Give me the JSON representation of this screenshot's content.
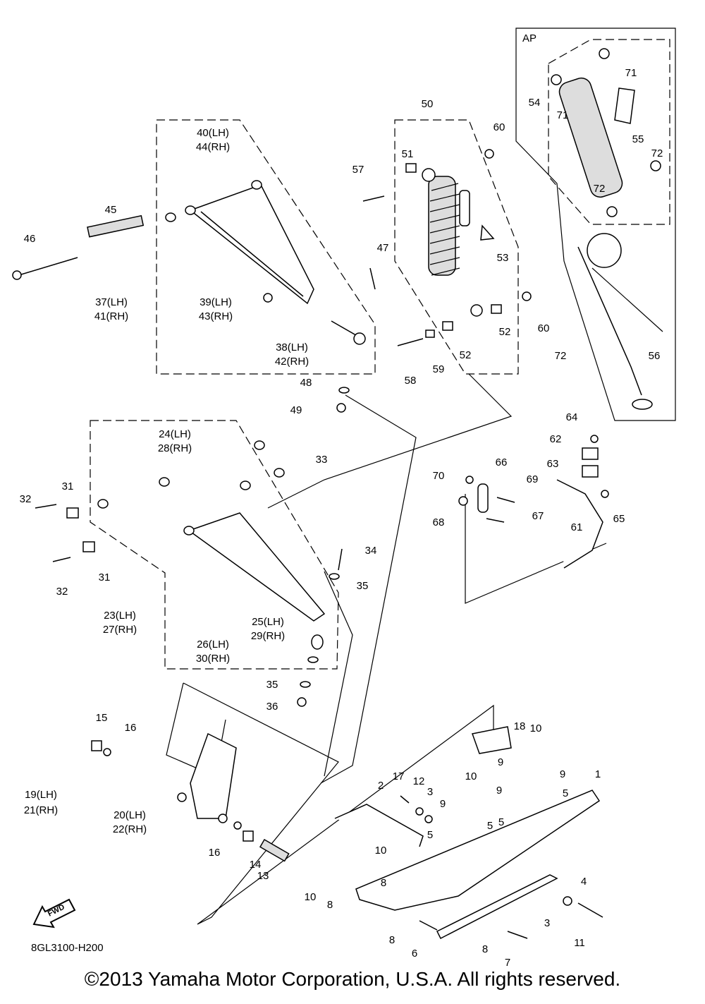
{
  "diagram": {
    "code": "8GL3100-H200",
    "copyright": "©2013 Yamaha Motor Corporation, U.S.A. All rights reserved.",
    "ap_label": "AP",
    "fwd_label": "FWD",
    "callouts": [
      {
        "text": "50"
      },
      {
        "text": "60"
      },
      {
        "text": "51"
      },
      {
        "text": "57"
      },
      {
        "text": "53"
      },
      {
        "text": "47"
      },
      {
        "text": "40(LH)"
      },
      {
        "text": "44(RH)"
      },
      {
        "text": "45"
      },
      {
        "text": "46"
      },
      {
        "text": "37(LH)"
      },
      {
        "text": "41(RH)"
      },
      {
        "text": "39(LH)"
      },
      {
        "text": "43(RH)"
      },
      {
        "text": "38(LH)"
      },
      {
        "text": "42(RH)"
      },
      {
        "text": "52"
      },
      {
        "text": "60"
      },
      {
        "text": "52"
      },
      {
        "text": "58"
      },
      {
        "text": "59"
      },
      {
        "text": "48"
      },
      {
        "text": "49"
      },
      {
        "text": "71"
      },
      {
        "text": "54"
      },
      {
        "text": "71"
      },
      {
        "text": "55"
      },
      {
        "text": "72"
      },
      {
        "text": "72"
      },
      {
        "text": "56"
      },
      {
        "text": "72"
      },
      {
        "text": "24(LH)"
      },
      {
        "text": "28(RH)"
      },
      {
        "text": "33"
      },
      {
        "text": "31"
      },
      {
        "text": "32"
      },
      {
        "text": "31"
      },
      {
        "text": "32"
      },
      {
        "text": "34"
      },
      {
        "text": "35"
      },
      {
        "text": "23(LH)"
      },
      {
        "text": "27(RH)"
      },
      {
        "text": "25(LH)"
      },
      {
        "text": "29(RH)"
      },
      {
        "text": "26(LH)"
      },
      {
        "text": "30(RH)"
      },
      {
        "text": "35"
      },
      {
        "text": "36"
      },
      {
        "text": "64"
      },
      {
        "text": "62"
      },
      {
        "text": "63"
      },
      {
        "text": "65"
      },
      {
        "text": "61"
      },
      {
        "text": "70"
      },
      {
        "text": "66"
      },
      {
        "text": "69"
      },
      {
        "text": "68"
      },
      {
        "text": "67"
      },
      {
        "text": "15"
      },
      {
        "text": "16"
      },
      {
        "text": "19(LH)"
      },
      {
        "text": "21(RH)"
      },
      {
        "text": "20(LH)"
      },
      {
        "text": "22(RH)"
      },
      {
        "text": "16"
      },
      {
        "text": "14"
      },
      {
        "text": "13"
      },
      {
        "text": "18"
      },
      {
        "text": "10"
      },
      {
        "text": "17"
      },
      {
        "text": "12"
      },
      {
        "text": "2"
      },
      {
        "text": "3"
      },
      {
        "text": "10"
      },
      {
        "text": "9"
      },
      {
        "text": "9"
      },
      {
        "text": "9"
      },
      {
        "text": "1"
      },
      {
        "text": "5"
      },
      {
        "text": "5"
      },
      {
        "text": "5"
      },
      {
        "text": "5"
      },
      {
        "text": "9"
      },
      {
        "text": "10"
      },
      {
        "text": "8"
      },
      {
        "text": "10"
      },
      {
        "text": "8"
      },
      {
        "text": "4"
      },
      {
        "text": "3"
      },
      {
        "text": "11"
      },
      {
        "text": "8"
      },
      {
        "text": "6"
      },
      {
        "text": "8"
      },
      {
        "text": "7"
      }
    ]
  }
}
